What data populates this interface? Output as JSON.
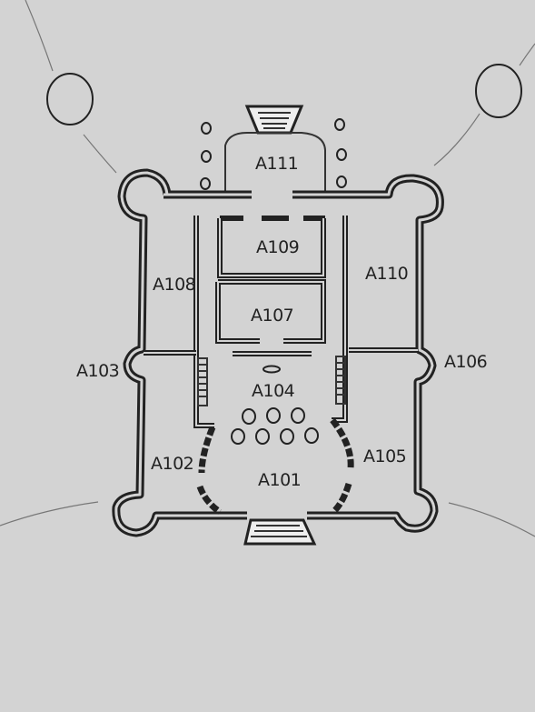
{
  "rooms": [
    {
      "id": "a111",
      "label": "A111"
    },
    {
      "id": "a109",
      "label": "A109"
    },
    {
      "id": "a108",
      "label": "A108"
    },
    {
      "id": "a110",
      "label": "A110"
    },
    {
      "id": "a107",
      "label": "A107"
    },
    {
      "id": "a103",
      "label": "A103"
    },
    {
      "id": "a106",
      "label": "A106"
    },
    {
      "id": "a104",
      "label": "A104"
    },
    {
      "id": "a102",
      "label": "A102"
    },
    {
      "id": "a105",
      "label": "A105"
    },
    {
      "id": "a101",
      "label": "A101"
    }
  ]
}
